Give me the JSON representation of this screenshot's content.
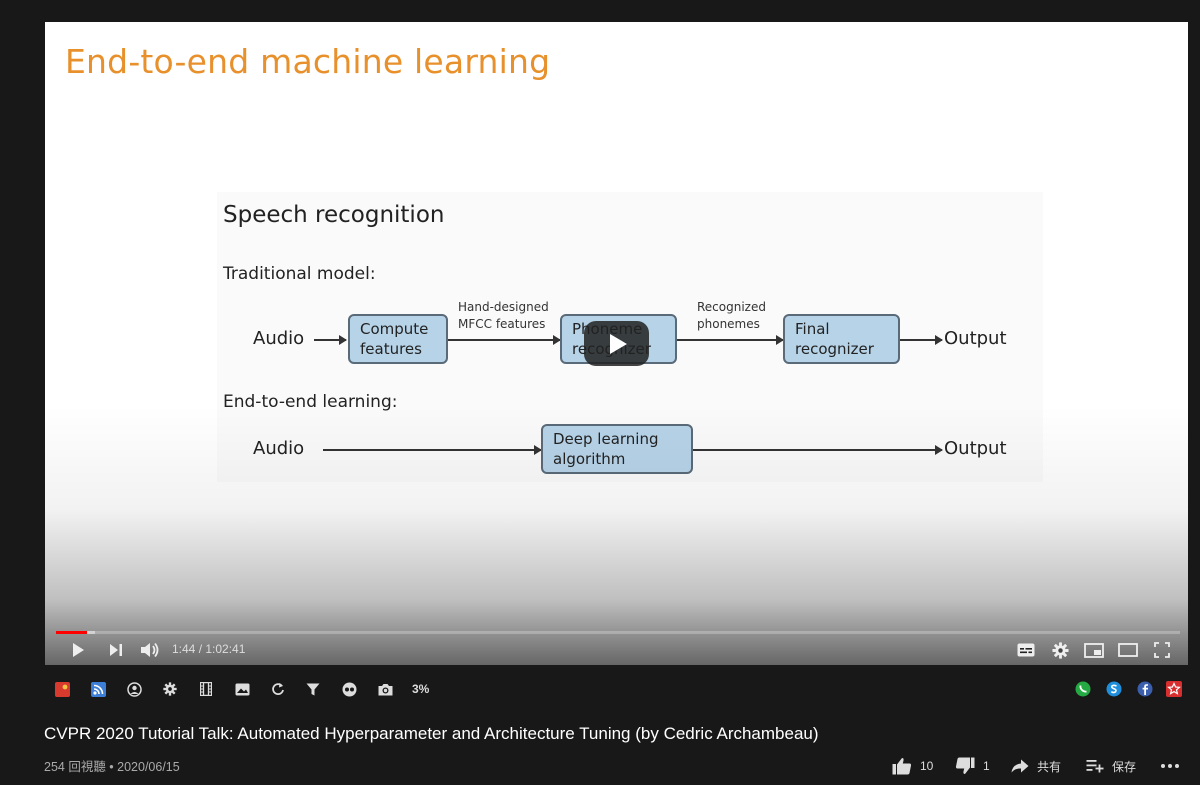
{
  "slide": {
    "title": "End-to-end machine learning",
    "heading": "Speech recognition",
    "traditional_label": "Traditional model:",
    "e2e_label": "End-to-end learning:",
    "audio": "Audio",
    "output": "Output",
    "box_compute_1": "Compute",
    "box_compute_2": "features",
    "box_phoneme_1": "Phoneme",
    "box_phoneme_2": "recognizer",
    "box_final_1": "Final",
    "box_final_2": "recognizer",
    "box_deep_1": "Deep learning",
    "box_deep_2": "algorithm",
    "arrow1_line1": "Hand-designed",
    "arrow1_line2": "MFCC features",
    "arrow2_line1": "Recognized",
    "arrow2_line2": "phonemes"
  },
  "player": {
    "time": "1:44 / 1:02:41",
    "played_fraction": 0.028,
    "loaded_fraction": 0.035,
    "colors": {
      "played": "#ff0000",
      "title_accent": "#e8912c",
      "box_fill": "#b7d3e8"
    }
  },
  "extensions": {
    "percent": "3%"
  },
  "video": {
    "title": "CVPR 2020 Tutorial Talk: Automated Hyperparameter and Architecture Tuning (by Cedric Archambeau)",
    "meta": "254 回視聽 • 2020/06/15",
    "likes": "10",
    "dislikes": "1",
    "share": "共有",
    "save": "保存"
  }
}
